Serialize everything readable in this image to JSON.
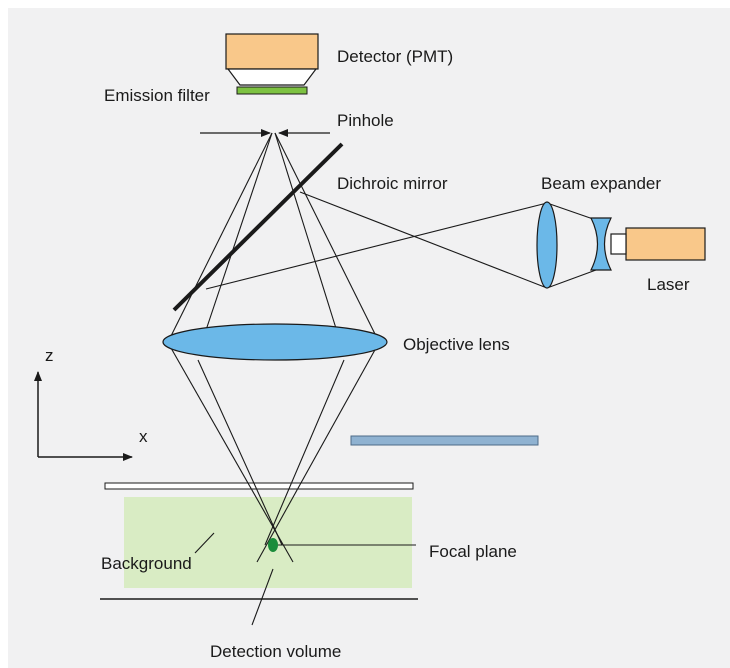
{
  "labels": {
    "detector": "Detector (PMT)",
    "emission_filter": "Emission filter",
    "pinhole": "Pinhole",
    "dichroic_mirror": "Dichroic mirror",
    "beam_expander": "Beam expander",
    "laser": "Laser",
    "objective_lens": "Objective lens",
    "axis_z": "z",
    "axis_x": "x",
    "background": "Background",
    "focal_plane": "Focal plane",
    "detection_volume": "Detection volume"
  },
  "colors": {
    "panel_bg": "#f1f1f2",
    "detector_fill": "#f9c88a",
    "laser_fill": "#f9c88a",
    "filter_fill": "#7dc242",
    "lens_fill": "#6bb8e8",
    "sample_fill": "#d9ecc4",
    "stage_fill": "#8fb2d1",
    "focal_spot": "#1a8c3a",
    "line": "#1a1a1a"
  }
}
